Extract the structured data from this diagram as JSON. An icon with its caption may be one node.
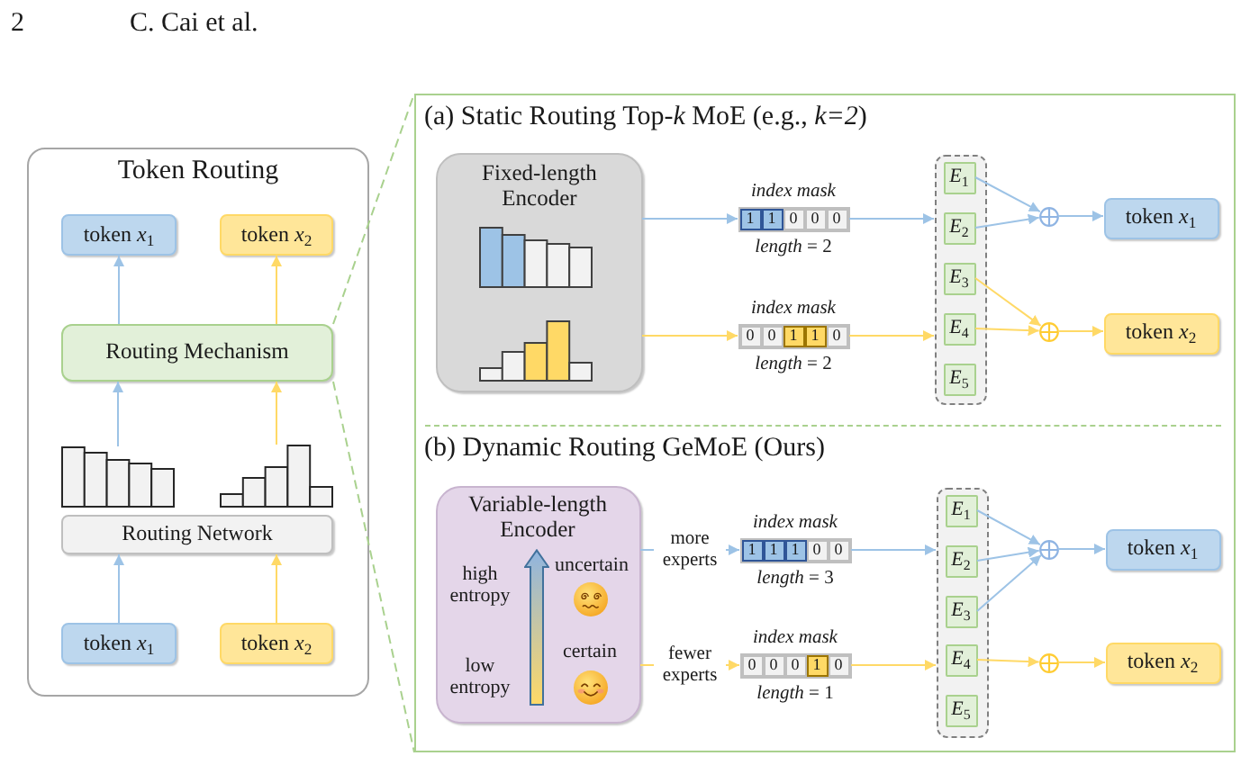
{
  "diagram": {
    "nodes": [
      {
        "text": [
          "Token Routing"
        ]
      },
      {
        "text": [
          "token *x*$_{1}$"
        ],
        "in": 0
      },
      {
        "text": [
          "token *x*$_{2}$"
        ],
        "in": 0
      },
      {
        "text": [
          "Routing Mechanism"
        ],
        "in": 0
      },
      {
        "text": [],
        "shape": "chart",
        "in": 0
      },
      {
        "text": [],
        "shape": "chart",
        "in": 0
      },
      {
        "text": [
          "Routing Network"
        ],
        "in": 0
      },
      {
        "text": [
          "token *x*$_{1}$"
        ],
        "in": 0
      },
      {
        "text": [
          "token *x*$_{2}$"
        ],
        "in": 0
      },
      {
        "text": [
          "(a) Static Routing Top-*k* MoE (e.g., *k=2*)",
          "(b) Dynamic Routing GeMoE (Ours)"
        ]
      },
      {
        "text": [
          "Fixed-length Encoder"
        ],
        "in": 9
      },
      {
        "text": [
          "index mask"
        ],
        "beside": [
          "*length* = 2"
        ],
        "in": 9
      },
      {
        "text": [
          "1"
        ],
        "in": 11
      },
      {
        "text": [
          "1"
        ],
        "in": 11
      },
      {
        "text": [
          "0"
        ],
        "in": 11
      },
      {
        "text": [
          "0"
        ],
        "in": 11
      },
      {
        "text": [
          "0"
        ],
        "in": 11
      },
      {
        "text": [
          "index mask"
        ],
        "beside": [
          "*length* = 2"
        ],
        "in": 9
      },
      {
        "text": [
          "0"
        ],
        "in": 17
      },
      {
        "text": [
          "0"
        ],
        "in": 17
      },
      {
        "text": [
          "1"
        ],
        "in": 17
      },
      {
        "text": [
          "1"
        ],
        "in": 17
      },
      {
        "text": [
          "0"
        ],
        "in": 17
      },
      {
        "text": [],
        "shape": "box",
        "in": 9
      },
      {
        "text": [
          "*E*$_{1}$"
        ],
        "in": 23
      },
      {
        "text": [
          "*E*$_{2}$"
        ],
        "in": 23
      },
      {
        "text": [
          "*E*$_{3}$"
        ],
        "in": 23
      },
      {
        "text": [
          "*E*$_{4}$"
        ],
        "in": 23
      },
      {
        "text": [
          "*E*$_{5}$"
        ],
        "in": 23
      },
      {
        "text": [],
        "shape": "circle",
        "in": 9
      },
      {
        "text": [],
        "shape": "circle",
        "in": 9
      },
      {
        "text": [
          "token *x*$_{1}$"
        ],
        "in": 9
      },
      {
        "text": [
          "token *x*$_{2}$"
        ],
        "in": 9
      },
      {
        "text": [
          "Variable-length Encoder",
          "high entropy",
          "uncertain",
          "low entropy",
          "certain"
        ],
        "in": 9
      },
      {
        "text": [
          "index mask"
        ],
        "beside": [
          "*length* = 3"
        ],
        "in": 9
      },
      {
        "text": [
          "1"
        ],
        "in": 34
      },
      {
        "text": [
          "1"
        ],
        "in": 34
      },
      {
        "text": [
          "1"
        ],
        "in": 34
      },
      {
        "text": [
          "0"
        ],
        "in": 34
      },
      {
        "text": [
          "0"
        ],
        "in": 34
      },
      {
        "text": [
          "index mask"
        ],
        "beside": [
          "*length* = 1"
        ],
        "in": 9
      },
      {
        "text": [
          "0"
        ],
        "in": 40
      },
      {
        "text": [
          "0"
        ],
        "in": 40
      },
      {
        "text": [
          "0"
        ],
        "in": 40
      },
      {
        "text": [
          "1"
        ],
        "in": 40
      },
      {
        "text": [
          "0"
        ],
        "in": 40
      },
      {
        "text": [],
        "shape": "box",
        "in": 9
      },
      {
        "text": [
          "*E*$_{1}$"
        ],
        "in": 46
      },
      {
        "text": [
          "*E*$_{2}$"
        ],
        "in": 46
      },
      {
        "text": [
          "*E*$_{3}$"
        ],
        "in": 46
      },
      {
        "text": [
          "*E*$_{4}$"
        ],
        "in": 46
      },
      {
        "text": [
          "*E*$_{5}$"
        ],
        "in": 46
      },
      {
        "text": [],
        "shape": "circle",
        "in": 9
      },
      {
        "text": [],
        "shape": "circle",
        "in": 9
      },
      {
        "text": [
          "token *x*$_{1}$"
        ],
        "in": 9
      },
      {
        "text": [
          "token *x*$_{2}$"
        ],
        "in": 9
      }
    ],
    "edges": [
      {
        "from": 7,
        "to": 6,
        "arrow": "to",
        "color": "#9dc3e6"
      },
      {
        "from": 8,
        "to": 6,
        "arrow": "to",
        "color": "#ffd966"
      },
      {
        "from": 4,
        "to": 3,
        "arrow": "to",
        "color": "#9dc3e6"
      },
      {
        "from": 5,
        "to": 3,
        "arrow": "to",
        "color": "#ffd966"
      },
      {
        "from": 3,
        "to": 1,
        "arrow": "to",
        "color": "#9dc3e6"
      },
      {
        "from": 3,
        "to": 2,
        "arrow": "to",
        "color": "#ffd966"
      },
      {
        "from": 3,
        "to": 9,
        "arrow": "none",
        "style": "dashed",
        "color": "#a9d18e"
      },
      {
        "from": 3,
        "to": 9,
        "arrow": "none",
        "style": "dashed",
        "color": "#a9d18e"
      },
      {
        "from": 10,
        "to": 11,
        "arrow": "to",
        "color": "#9dc3e6"
      },
      {
        "from": 10,
        "to": 17,
        "arrow": "to",
        "color": "#ffd966"
      },
      {
        "from": 11,
        "to": 23,
        "arrow": "to",
        "color": "#9dc3e6"
      },
      {
        "from": 17,
        "to": 23,
        "arrow": "to",
        "color": "#ffd966"
      },
      {
        "from": 24,
        "to": 29,
        "arrow": "to",
        "color": "#9dc3e6"
      },
      {
        "from": 25,
        "to": 29,
        "arrow": "to",
        "color": "#9dc3e6"
      },
      {
        "from": 26,
        "to": 30,
        "arrow": "to",
        "color": "#ffd966"
      },
      {
        "from": 27,
        "to": 30,
        "arrow": "to",
        "color": "#ffd966"
      },
      {
        "from": 29,
        "to": 31,
        "arrow": "to",
        "color": "#9dc3e6"
      },
      {
        "from": 30,
        "to": 32,
        "arrow": "to",
        "color": "#ffd966"
      },
      {
        "from": 33,
        "to": 34,
        "arrow": "to",
        "label": "more experts",
        "color": "#9dc3e6"
      },
      {
        "from": 33,
        "to": 40,
        "arrow": "to",
        "label": "fewer experts",
        "color": "#ffd966"
      },
      {
        "from": 34,
        "to": 46,
        "arrow": "to",
        "color": "#9dc3e6"
      },
      {
        "from": 40,
        "to": 46,
        "arrow": "to",
        "color": "#ffd966"
      },
      {
        "from": 47,
        "to": 52,
        "arrow": "to",
        "color": "#9dc3e6"
      },
      {
        "from": 48,
        "to": 52,
        "arrow": "to",
        "color": "#9dc3e6"
      },
      {
        "from": 49,
        "to": 52,
        "arrow": "to",
        "color": "#9dc3e6"
      },
      {
        "from": 50,
        "to": 53,
        "arrow": "to",
        "color": "#ffd966"
      },
      {
        "from": 52,
        "to": 54,
        "arrow": "to",
        "color": "#9dc3e6"
      },
      {
        "from": 53,
        "to": 55,
        "arrow": "to",
        "color": "#ffd966"
      }
    ],
    "labels": [
      "2",
      "C. Cai et al."
    ]
  }
}
